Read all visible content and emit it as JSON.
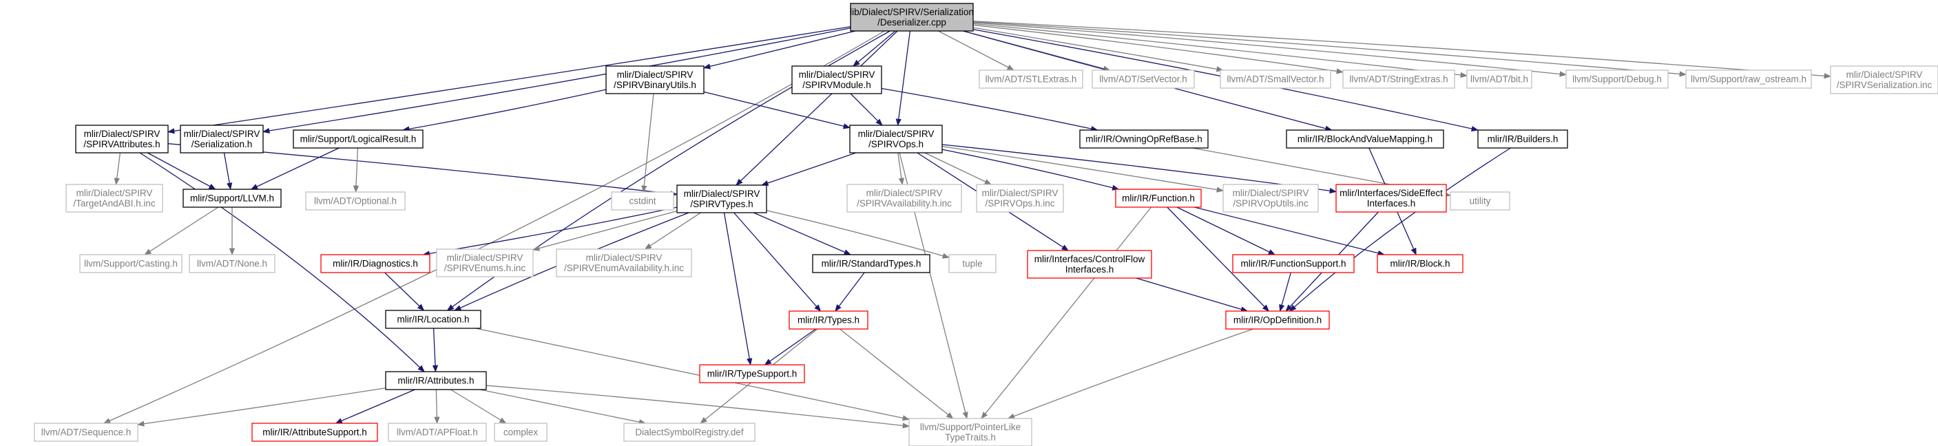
{
  "diagram": {
    "title": "Include dependency graph",
    "colors": {
      "root_fill": "#bfbfbf",
      "node_border": "#000000",
      "missing_border": "#bfbfbf",
      "missing_text": "#7f7f7f",
      "truncated_border": "#ff0000",
      "edge": "#191970",
      "edge_to_missing": "#7f7f7f"
    },
    "nodes": [
      {
        "id": "root",
        "lines": [
          "lib/Dialect/SPIRV/Serialization",
          "/Deserializer.cpp"
        ],
        "style": "root"
      },
      {
        "id": "spirvattributes",
        "lines": [
          "mlir/Dialect/SPIRV",
          "/SPIRVAttributes.h"
        ],
        "style": "normal"
      },
      {
        "id": "serialization_h",
        "lines": [
          "mlir/Dialect/SPIRV",
          "/Serialization.h"
        ],
        "style": "normal"
      },
      {
        "id": "spirvbinaryutils",
        "lines": [
          "mlir/Dialect/SPIRV",
          "/SPIRVBinaryUtils.h"
        ],
        "style": "normal"
      },
      {
        "id": "spirvmodule",
        "lines": [
          "mlir/Dialect/SPIRV",
          "/SPIRVModule.h"
        ],
        "style": "normal"
      },
      {
        "id": "stlextras",
        "lines": [
          "llvm/ADT/STLExtras.h"
        ],
        "style": "missing"
      },
      {
        "id": "setvector",
        "lines": [
          "llvm/ADT/SetVector.h"
        ],
        "style": "missing"
      },
      {
        "id": "smallvector",
        "lines": [
          "llvm/ADT/SmallVector.h"
        ],
        "style": "missing"
      },
      {
        "id": "stringextras",
        "lines": [
          "llvm/ADT/StringExtras.h"
        ],
        "style": "missing"
      },
      {
        "id": "bit_h",
        "lines": [
          "llvm/ADT/bit.h"
        ],
        "style": "missing"
      },
      {
        "id": "debug_h",
        "lines": [
          "llvm/Support/Debug.h"
        ],
        "style": "missing"
      },
      {
        "id": "raw_ostream",
        "lines": [
          "llvm/Support/raw_ostream.h"
        ],
        "style": "missing"
      },
      {
        "id": "spirvserialization_inc",
        "lines": [
          "mlir/Dialect/SPIRV",
          "/SPIRVSerialization.inc"
        ],
        "style": "missing"
      },
      {
        "id": "logicalresult",
        "lines": [
          "mlir/Support/LogicalResult.h"
        ],
        "style": "normal"
      },
      {
        "id": "cstdint",
        "lines": [
          "cstdint"
        ],
        "style": "missing"
      },
      {
        "id": "spirvops",
        "lines": [
          "mlir/Dialect/SPIRV",
          "/SPIRVOps.h"
        ],
        "style": "normal"
      },
      {
        "id": "owningopref",
        "lines": [
          "mlir/IR/OwningOpRefBase.h"
        ],
        "style": "normal"
      },
      {
        "id": "blockandvaluemapping",
        "lines": [
          "mlir/IR/BlockAndValueMapping.h"
        ],
        "style": "normal"
      },
      {
        "id": "builders",
        "lines": [
          "mlir/IR/Builders.h"
        ],
        "style": "normal"
      },
      {
        "id": "targetandabi",
        "lines": [
          "mlir/Dialect/SPIRV",
          "/TargetAndABI.h.inc"
        ],
        "style": "missing"
      },
      {
        "id": "llvm_h",
        "lines": [
          "mlir/Support/LLVM.h"
        ],
        "style": "normal"
      },
      {
        "id": "optional",
        "lines": [
          "llvm/ADT/Optional.h"
        ],
        "style": "missing"
      },
      {
        "id": "spirvtypes",
        "lines": [
          "mlir/Dialect/SPIRV",
          "/SPIRVTypes.h"
        ],
        "style": "normal"
      },
      {
        "id": "spirvavailability",
        "lines": [
          "mlir/Dialect/SPIRV",
          "/SPIRVAvailability.h.inc"
        ],
        "style": "missing"
      },
      {
        "id": "spirvops_inc",
        "lines": [
          "mlir/Dialect/SPIRV",
          "/SPIRVOps.h.inc"
        ],
        "style": "missing"
      },
      {
        "id": "function_h",
        "lines": [
          "mlir/IR/Function.h"
        ],
        "style": "truncated"
      },
      {
        "id": "spirvoputils",
        "lines": [
          "mlir/Dialect/SPIRV",
          "/SPIRVOpUtils.inc"
        ],
        "style": "missing"
      },
      {
        "id": "sideeffect",
        "lines": [
          "mlir/Interfaces/SideEffect",
          "Interfaces.h"
        ],
        "style": "truncated"
      },
      {
        "id": "utility",
        "lines": [
          "utility"
        ],
        "style": "missing"
      },
      {
        "id": "casting",
        "lines": [
          "llvm/Support/Casting.h"
        ],
        "style": "missing"
      },
      {
        "id": "none_h",
        "lines": [
          "llvm/ADT/None.h"
        ],
        "style": "missing"
      },
      {
        "id": "diagnostics",
        "lines": [
          "mlir/IR/Diagnostics.h"
        ],
        "style": "truncated"
      },
      {
        "id": "spirvenums",
        "lines": [
          "mlir/Dialect/SPIRV",
          "/SPIRVEnums.h.inc"
        ],
        "style": "missing"
      },
      {
        "id": "spirvenumavail",
        "lines": [
          "mlir/Dialect/SPIRV",
          "/SPIRVEnumAvailability.h.inc"
        ],
        "style": "missing"
      },
      {
        "id": "standardtypes",
        "lines": [
          "mlir/IR/StandardTypes.h"
        ],
        "style": "normal"
      },
      {
        "id": "tuple",
        "lines": [
          "tuple"
        ],
        "style": "missing"
      },
      {
        "id": "controlflow",
        "lines": [
          "mlir/Interfaces/ControlFlow",
          "Interfaces.h"
        ],
        "style": "truncated"
      },
      {
        "id": "functionsupport",
        "lines": [
          "mlir/IR/FunctionSupport.h"
        ],
        "style": "truncated"
      },
      {
        "id": "block_h",
        "lines": [
          "mlir/IR/Block.h"
        ],
        "style": "truncated"
      },
      {
        "id": "location",
        "lines": [
          "mlir/IR/Location.h"
        ],
        "style": "normal"
      },
      {
        "id": "types_h",
        "lines": [
          "mlir/IR/Types.h"
        ],
        "style": "truncated"
      },
      {
        "id": "opdefinition",
        "lines": [
          "mlir/IR/OpDefinition.h"
        ],
        "style": "truncated"
      },
      {
        "id": "attributes_h",
        "lines": [
          "mlir/IR/Attributes.h"
        ],
        "style": "normal"
      },
      {
        "id": "typesupport",
        "lines": [
          "mlir/IR/TypeSupport.h"
        ],
        "style": "truncated"
      },
      {
        "id": "sequence",
        "lines": [
          "llvm/ADT/Sequence.h"
        ],
        "style": "missing"
      },
      {
        "id": "attributesupport",
        "lines": [
          "mlir/IR/AttributeSupport.h"
        ],
        "style": "truncated"
      },
      {
        "id": "apfloat",
        "lines": [
          "llvm/ADT/APFloat.h"
        ],
        "style": "missing"
      },
      {
        "id": "complex",
        "lines": [
          "complex"
        ],
        "style": "missing"
      },
      {
        "id": "dialectsymbolregistry",
        "lines": [
          "DialectSymbolRegistry.def"
        ],
        "style": "missing"
      },
      {
        "id": "pointerliketypetraits",
        "lines": [
          "llvm/Support/PointerLike",
          "TypeTraits.h"
        ],
        "style": "missing"
      }
    ],
    "edges": [
      [
        "root",
        "spirvattributes"
      ],
      [
        "root",
        "serialization_h"
      ],
      [
        "root",
        "spirvbinaryutils"
      ],
      [
        "root",
        "spirvmodule"
      ],
      [
        "root",
        "stlextras"
      ],
      [
        "root",
        "setvector"
      ],
      [
        "root",
        "smallvector"
      ],
      [
        "root",
        "stringextras"
      ],
      [
        "root",
        "bit_h"
      ],
      [
        "root",
        "debug_h"
      ],
      [
        "root",
        "raw_ostream"
      ],
      [
        "root",
        "spirvserialization_inc"
      ],
      [
        "root",
        "spirvops"
      ],
      [
        "root",
        "spirvtypes"
      ],
      [
        "root",
        "location"
      ],
      [
        "root",
        "sequence"
      ],
      [
        "root",
        "blockandvaluemapping"
      ],
      [
        "root",
        "builders"
      ],
      [
        "spirvattributes",
        "llvm_h"
      ],
      [
        "spirvattributes",
        "spirvtypes"
      ],
      [
        "spirvattributes",
        "targetandabi"
      ],
      [
        "spirvattributes",
        "attributes_h"
      ],
      [
        "serialization_h",
        "llvm_h"
      ],
      [
        "spirvbinaryutils",
        "logicalresult"
      ],
      [
        "spirvbinaryutils",
        "cstdint"
      ],
      [
        "spirvbinaryutils",
        "spirvops"
      ],
      [
        "spirvmodule",
        "spirvops"
      ],
      [
        "spirvmodule",
        "owningopref"
      ],
      [
        "logicalresult",
        "llvm_h"
      ],
      [
        "logicalresult",
        "optional"
      ],
      [
        "llvm_h",
        "casting"
      ],
      [
        "llvm_h",
        "none_h"
      ],
      [
        "spirvops",
        "spirvtypes"
      ],
      [
        "spirvops",
        "spirvavailability"
      ],
      [
        "spirvops",
        "spirvops_inc"
      ],
      [
        "spirvops",
        "function_h"
      ],
      [
        "spirvops",
        "spirvoputils"
      ],
      [
        "spirvops",
        "sideeffect"
      ],
      [
        "spirvops",
        "controlflow"
      ],
      [
        "spirvops",
        "pointerliketypetraits"
      ],
      [
        "owningopref",
        "utility"
      ],
      [
        "blockandvaluemapping",
        "block_h"
      ],
      [
        "builders",
        "opdefinition"
      ],
      [
        "spirvtypes",
        "diagnostics"
      ],
      [
        "spirvtypes",
        "spirvenums"
      ],
      [
        "spirvtypes",
        "spirvenumavail"
      ],
      [
        "spirvtypes",
        "standardtypes"
      ],
      [
        "spirvtypes",
        "tuple"
      ],
      [
        "spirvtypes",
        "location"
      ],
      [
        "spirvtypes",
        "types_h"
      ],
      [
        "spirvtypes",
        "typesupport"
      ],
      [
        "function_h",
        "functionsupport"
      ],
      [
        "function_h",
        "block_h"
      ],
      [
        "function_h",
        "opdefinition"
      ],
      [
        "function_h",
        "pointerliketypetraits"
      ],
      [
        "sideeffect",
        "opdefinition"
      ],
      [
        "controlflow",
        "opdefinition"
      ],
      [
        "functionsupport",
        "opdefinition"
      ],
      [
        "opdefinition",
        "pointerliketypetraits"
      ],
      [
        "diagnostics",
        "location"
      ],
      [
        "standardtypes",
        "types_h"
      ],
      [
        "location",
        "attributes_h"
      ],
      [
        "location",
        "pointerliketypetraits"
      ],
      [
        "types_h",
        "typesupport"
      ],
      [
        "types_h",
        "dialectsymbolregistry"
      ],
      [
        "types_h",
        "pointerliketypetraits"
      ],
      [
        "attributes_h",
        "sequence"
      ],
      [
        "attributes_h",
        "attributesupport"
      ],
      [
        "attributes_h",
        "apfloat"
      ],
      [
        "attributes_h",
        "complex"
      ],
      [
        "attributes_h",
        "dialectsymbolregistry"
      ],
      [
        "attributes_h",
        "pointerliketypetraits"
      ]
    ]
  }
}
